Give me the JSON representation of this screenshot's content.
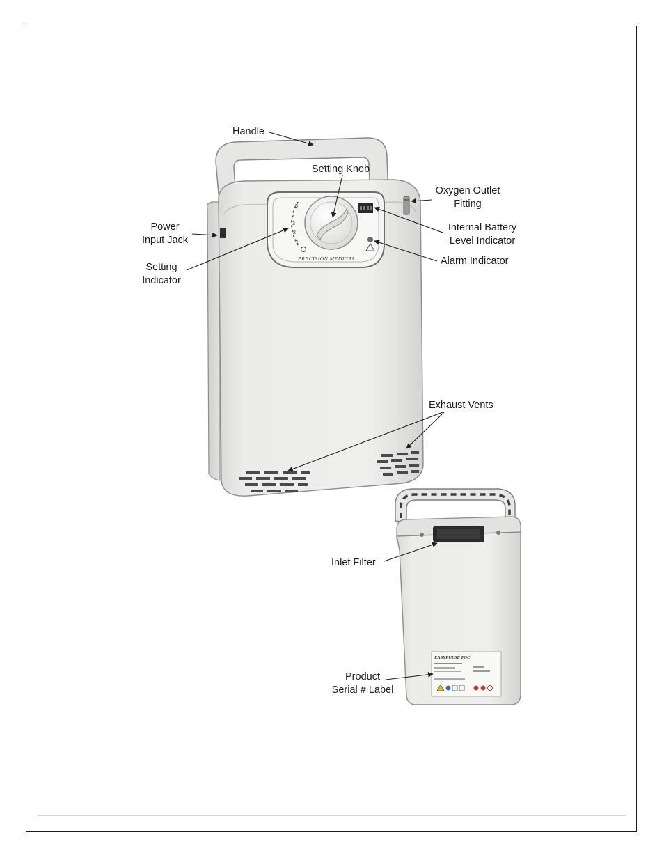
{
  "callouts": {
    "handle": "Handle",
    "setting_knob": "Setting Knob",
    "oxygen_outlet_line1": "Oxygen Outlet",
    "oxygen_outlet_line2": "Fitting",
    "power_line1": "Power",
    "power_line2": "Input Jack",
    "battery_line1": "Internal Battery",
    "battery_line2": "Level Indicator",
    "alarm": "Alarm Indicator",
    "setting_ind_line1": "Setting",
    "setting_ind_line2": "Indicator",
    "exhaust": "Exhaust Vents",
    "inlet": "Inlet Filter",
    "serial_line1": "Product",
    "serial_line2": "Serial # Label"
  },
  "device": {
    "brand": "PRECISION MEDICAL",
    "dial_settings": [
      "5",
      "4",
      "3",
      "2",
      "1"
    ],
    "rear_label_title": "EASYPULSE POC"
  },
  "colors": {
    "body": "#e9e9e7",
    "outline": "#8c8c8c",
    "vent": "#4a4a4a",
    "text": "#1e1e1e"
  }
}
